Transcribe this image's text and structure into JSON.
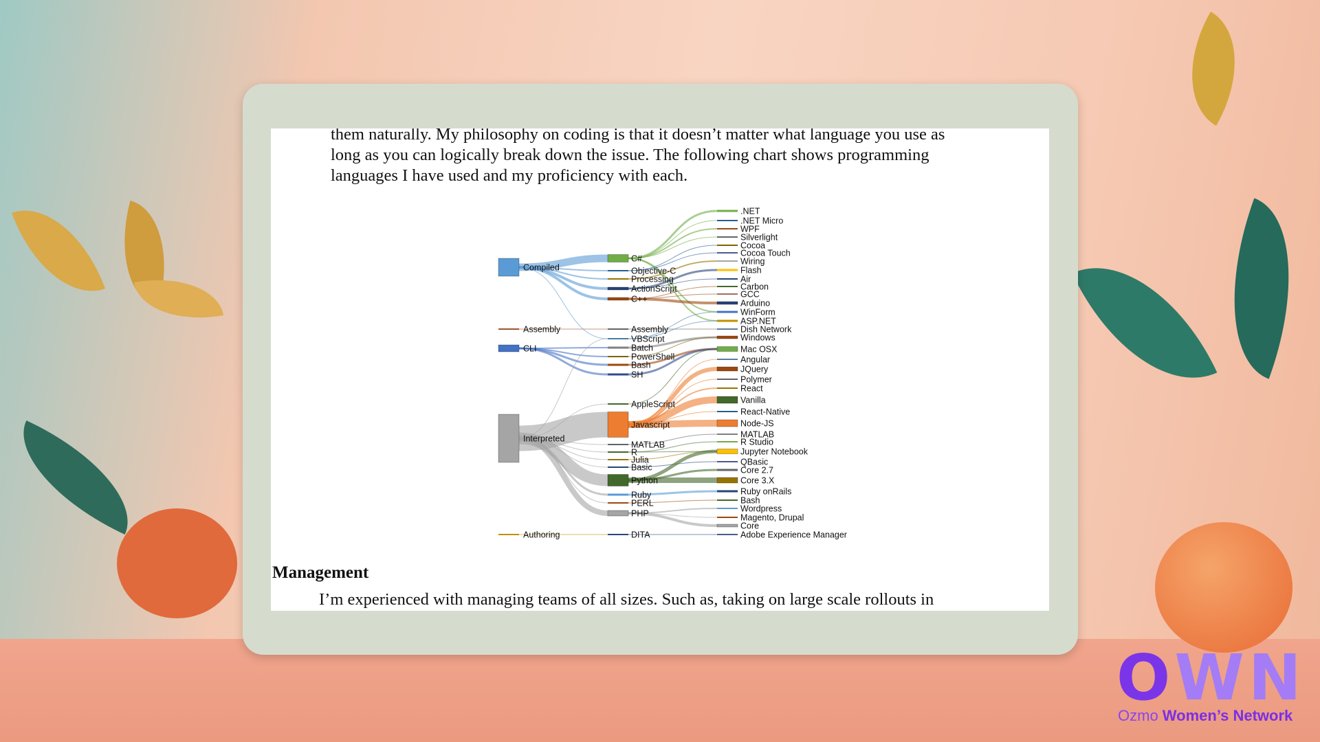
{
  "document": {
    "intro_lines": [
      "them naturally. My philosophy on coding is that it doesn’t matter what language you use as",
      "long as you can logically break down the issue. The following chart shows programming",
      "languages I have used and my proficiency with each."
    ],
    "section_heading": "Management",
    "section_text": "I’m experienced with managing teams of all sizes. Such as, taking on large scale rollouts in"
  },
  "logo": {
    "mark": "OWN",
    "name_light": "Ozmo ",
    "name_bold": "Women’s Network"
  },
  "chart_data": {
    "type": "sankey",
    "title": "",
    "columns": [
      [
        {
          "name": "Compiled",
          "value": 26,
          "color": "#5b9bd5"
        },
        {
          "name": "Assembly",
          "value": 1,
          "color": "#a0522d"
        },
        {
          "name": "CLI",
          "value": 10,
          "color": "#4472c4"
        },
        {
          "name": "Interpreted",
          "value": 70,
          "color": "#a5a5a5"
        },
        {
          "name": "Authoring",
          "value": 1,
          "color": "#bf9000"
        }
      ],
      [
        {
          "name": "C#",
          "value": 11,
          "color": "#70ad47"
        },
        {
          "name": "Objective-C",
          "value": 2,
          "color": "#255e91"
        },
        {
          "name": "Processing",
          "value": 2,
          "color": "#997300"
        },
        {
          "name": "ActionScript",
          "value": 4,
          "color": "#264478"
        },
        {
          "name": "C++",
          "value": 4,
          "color": "#9e480e"
        },
        {
          "name": "Assembly",
          "value": 1,
          "color": "#636363"
        },
        {
          "name": "VBScript",
          "value": 2,
          "color": "#4a7ba6"
        },
        {
          "name": "Batch",
          "value": 3,
          "color": "#7f7f7f"
        },
        {
          "name": "PowerShell",
          "value": 2,
          "color": "#806000"
        },
        {
          "name": "Bash",
          "value": 3,
          "color": "#9e480e"
        },
        {
          "name": "SH",
          "value": 3,
          "color": "#2f4b8c"
        },
        {
          "name": "AppleScript",
          "value": 2,
          "color": "#43682b"
        },
        {
          "name": "Javascript",
          "value": 37,
          "color": "#ed7d31"
        },
        {
          "name": "MATLAB",
          "value": 1,
          "color": "#636363"
        },
        {
          "name": "R",
          "value": 2,
          "color": "#43682b"
        },
        {
          "name": "Julia",
          "value": 1,
          "color": "#997300"
        },
        {
          "name": "Basic",
          "value": 1,
          "color": "#264478"
        },
        {
          "name": "Python",
          "value": 17,
          "color": "#43682b"
        },
        {
          "name": "Ruby",
          "value": 3,
          "color": "#5b9bd5"
        },
        {
          "name": "PERL",
          "value": 1,
          "color": "#9e480e"
        },
        {
          "name": "PHP",
          "value": 8,
          "color": "#a5a5a5"
        },
        {
          "name": "DITA",
          "value": 1,
          "color": "#264478"
        }
      ],
      [
        {
          "name": ".NET",
          "value": 3,
          "color": "#70ad47"
        },
        {
          "name": ".NET Micro",
          "value": 1,
          "color": "#255e91"
        },
        {
          "name": "WPF",
          "value": 2,
          "color": "#9e480e"
        },
        {
          "name": "Silverlight",
          "value": 1,
          "color": "#636363"
        },
        {
          "name": "Cocoa",
          "value": 1,
          "color": "#806000"
        },
        {
          "name": "Cocoa Touch",
          "value": 1,
          "color": "#4a5a8c"
        },
        {
          "name": "Wiring",
          "value": 2,
          "color": "#a5a5a5"
        },
        {
          "name": "Flash",
          "value": 3,
          "color": "#ffc000"
        },
        {
          "name": "Air",
          "value": 1,
          "color": "#264478"
        },
        {
          "name": "Carbon",
          "value": 1,
          "color": "#43682b"
        },
        {
          "name": "GCC",
          "value": 1,
          "color": "#a07060"
        },
        {
          "name": "Arduino",
          "value": 4,
          "color": "#264478"
        },
        {
          "name": "WinForm",
          "value": 3,
          "color": "#4472c4"
        },
        {
          "name": "ASP.NET",
          "value": 3,
          "color": "#bf9000"
        },
        {
          "name": "Dish Network",
          "value": 1,
          "color": "#5b7ba0"
        },
        {
          "name": "Windows",
          "value": 4,
          "color": "#9e480e"
        },
        {
          "name": "Mac OSX",
          "value": 7,
          "color": "#70ad47"
        },
        {
          "name": "Angular",
          "value": 1,
          "color": "#5b7ba0"
        },
        {
          "name": "JQuery",
          "value": 6,
          "color": "#9e480e"
        },
        {
          "name": "Polymer",
          "value": 1,
          "color": "#636363"
        },
        {
          "name": "React",
          "value": 2,
          "color": "#997300"
        },
        {
          "name": "Vanilla",
          "value": 10,
          "color": "#43682b"
        },
        {
          "name": "React-Native",
          "value": 1,
          "color": "#255e91"
        },
        {
          "name": "Node-JS",
          "value": 10,
          "color": "#ed7d31"
        },
        {
          "name": "MATLAB",
          "value": 1,
          "color": "#7f7f7f"
        },
        {
          "name": "R Studio",
          "value": 1,
          "color": "#70ad47"
        },
        {
          "name": "Jupyter Notebook",
          "value": 7,
          "color": "#ffc000"
        },
        {
          "name": "QBasic",
          "value": 1,
          "color": "#4a5a8c"
        },
        {
          "name": "Core 2.7",
          "value": 3,
          "color": "#636363"
        },
        {
          "name": "Core 3.X",
          "value": 8,
          "color": "#997300"
        },
        {
          "name": "Ruby onRails",
          "value": 3,
          "color": "#264478"
        },
        {
          "name": "Bash",
          "value": 1,
          "color": "#43682b"
        },
        {
          "name": "Wordpress",
          "value": 2,
          "color": "#5b9bd5"
        },
        {
          "name": "Magento, Drupal",
          "value": 1,
          "color": "#9e480e"
        },
        {
          "name": "Core",
          "value": 4,
          "color": "#a5a5a5"
        },
        {
          "name": "Adobe Experience Manager",
          "value": 1,
          "color": "#4a5a8c"
        }
      ]
    ],
    "links_1_2": [
      [
        "Compiled",
        "C#",
        11
      ],
      [
        "Compiled",
        "Objective-C",
        2
      ],
      [
        "Compiled",
        "Processing",
        2
      ],
      [
        "Compiled",
        "ActionScript",
        4
      ],
      [
        "Compiled",
        "C++",
        4
      ],
      [
        "Compiled",
        "VBScript",
        1
      ],
      [
        "Assembly",
        "Assembly",
        1
      ],
      [
        "CLI",
        "Batch",
        2
      ],
      [
        "CLI",
        "PowerShell",
        2
      ],
      [
        "CLI",
        "Bash",
        3
      ],
      [
        "CLI",
        "SH",
        3
      ],
      [
        "Interpreted",
        "VBScript",
        1
      ],
      [
        "Interpreted",
        "AppleScript",
        1
      ],
      [
        "Interpreted",
        "Javascript",
        37
      ],
      [
        "Interpreted",
        "MATLAB",
        1
      ],
      [
        "Interpreted",
        "R",
        1
      ],
      [
        "Interpreted",
        "Julia",
        1
      ],
      [
        "Interpreted",
        "Basic",
        1
      ],
      [
        "Interpreted",
        "Python",
        17
      ],
      [
        "Interpreted",
        "Ruby",
        3
      ],
      [
        "Interpreted",
        "PERL",
        1
      ],
      [
        "Interpreted",
        "PHP",
        8
      ],
      [
        "Authoring",
        "DITA",
        1
      ]
    ],
    "links_2_3": [
      [
        "C#",
        ".NET",
        3
      ],
      [
        "C#",
        ".NET Micro",
        1
      ],
      [
        "C#",
        "WPF",
        2
      ],
      [
        "C#",
        "Silverlight",
        1
      ],
      [
        "C#",
        "WinForm",
        2
      ],
      [
        "C#",
        "ASP.NET",
        2
      ],
      [
        "Objective-C",
        "Cocoa",
        1
      ],
      [
        "Objective-C",
        "Cocoa Touch",
        1
      ],
      [
        "Processing",
        "Wiring",
        2
      ],
      [
        "ActionScript",
        "Flash",
        3
      ],
      [
        "ActionScript",
        "Air",
        1
      ],
      [
        "C++",
        "Carbon",
        1
      ],
      [
        "C++",
        "GCC",
        1
      ],
      [
        "C++",
        "Arduino",
        4
      ],
      [
        "Assembly",
        "Dish Network",
        1
      ],
      [
        "VBScript",
        "WinForm",
        1
      ],
      [
        "VBScript",
        "ASP.NET",
        1
      ],
      [
        "Batch",
        "Windows",
        3
      ],
      [
        "PowerShell",
        "Windows",
        1
      ],
      [
        "Bash",
        "Mac OSX",
        3
      ],
      [
        "SH",
        "Mac OSX",
        3
      ],
      [
        "AppleScript",
        "Mac OSX",
        1
      ],
      [
        "Javascript",
        "Angular",
        1
      ],
      [
        "Javascript",
        "JQuery",
        6
      ],
      [
        "Javascript",
        "Polymer",
        1
      ],
      [
        "Javascript",
        "React",
        2
      ],
      [
        "Javascript",
        "Vanilla",
        10
      ],
      [
        "Javascript",
        "React-Native",
        1
      ],
      [
        "Javascript",
        "Node-JS",
        10
      ],
      [
        "MATLAB",
        "MATLAB",
        1
      ],
      [
        "R",
        "R Studio",
        1
      ],
      [
        "R",
        "Jupyter Notebook",
        1
      ],
      [
        "Julia",
        "Jupyter Notebook",
        1
      ],
      [
        "Basic",
        "QBasic",
        1
      ],
      [
        "Python",
        "Jupyter Notebook",
        5
      ],
      [
        "Python",
        "Core 2.7",
        3
      ],
      [
        "Python",
        "Core 3.X",
        8
      ],
      [
        "Ruby",
        "Ruby onRails",
        3
      ],
      [
        "PERL",
        "Bash",
        1
      ],
      [
        "PHP",
        "Wordpress",
        2
      ],
      [
        "PHP",
        "Magento, Drupal",
        1
      ],
      [
        "PHP",
        "Core",
        4
      ],
      [
        "DITA",
        "Adobe Experience Manager",
        1
      ]
    ]
  }
}
